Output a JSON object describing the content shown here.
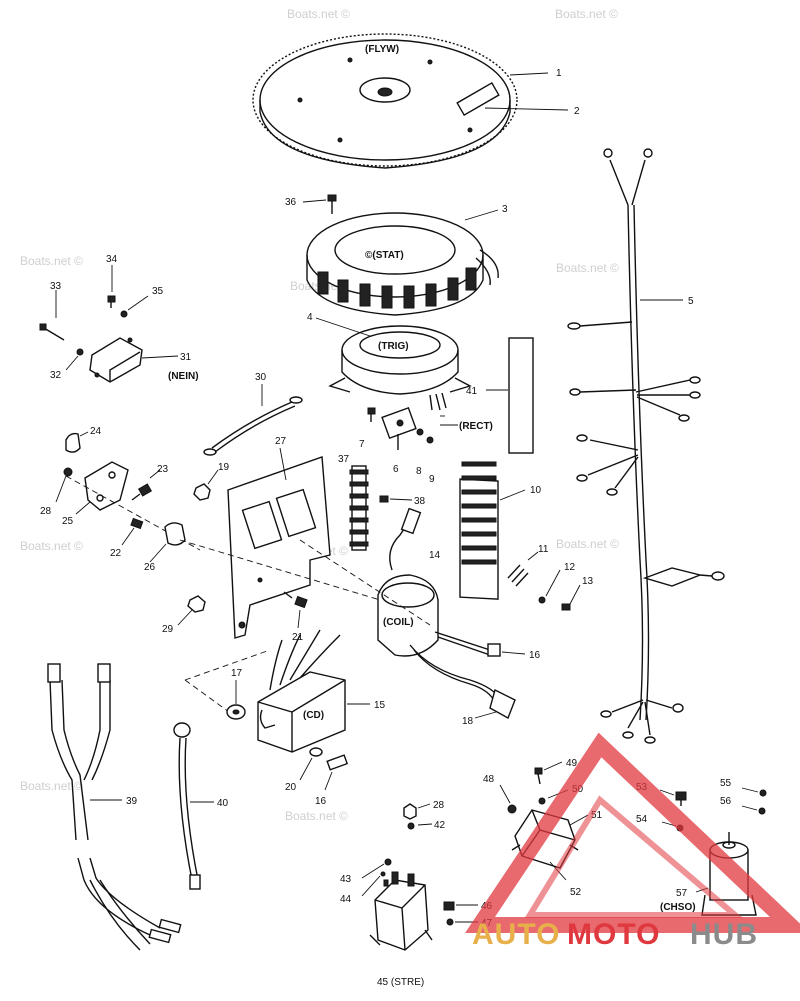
{
  "watermark": "Boats.net ©",
  "brand": {
    "part1": "AUTO",
    "part2": "MOTO",
    "part3": "HUB",
    "color_primary": "#e8b04a",
    "color_accent": "#e0383f",
    "color_secondary": "#8b8b8b"
  },
  "callouts": [
    {
      "id": "1",
      "label": "1"
    },
    {
      "id": "2",
      "label": "2"
    },
    {
      "id": "3",
      "label": "3"
    },
    {
      "id": "4",
      "label": "4"
    },
    {
      "id": "5",
      "label": "5"
    },
    {
      "id": "6",
      "label": "6"
    },
    {
      "id": "7",
      "label": "7"
    },
    {
      "id": "8",
      "label": "8"
    },
    {
      "id": "9",
      "label": "9"
    },
    {
      "id": "10",
      "label": "10"
    },
    {
      "id": "11",
      "label": "11"
    },
    {
      "id": "12",
      "label": "12"
    },
    {
      "id": "13",
      "label": "13"
    },
    {
      "id": "14",
      "label": "14"
    },
    {
      "id": "15",
      "label": "15"
    },
    {
      "id": "16a",
      "label": "16"
    },
    {
      "id": "16b",
      "label": "16"
    },
    {
      "id": "17",
      "label": "17"
    },
    {
      "id": "18",
      "label": "18"
    },
    {
      "id": "19",
      "label": "19"
    },
    {
      "id": "20",
      "label": "20"
    },
    {
      "id": "21",
      "label": "21"
    },
    {
      "id": "22",
      "label": "22"
    },
    {
      "id": "23",
      "label": "23"
    },
    {
      "id": "24",
      "label": "24"
    },
    {
      "id": "25",
      "label": "25"
    },
    {
      "id": "26",
      "label": "26"
    },
    {
      "id": "27",
      "label": "27"
    },
    {
      "id": "28a",
      "label": "28"
    },
    {
      "id": "28b",
      "label": "28"
    },
    {
      "id": "29",
      "label": "29"
    },
    {
      "id": "30",
      "label": "30"
    },
    {
      "id": "31",
      "label": "31"
    },
    {
      "id": "32",
      "label": "32"
    },
    {
      "id": "33",
      "label": "33"
    },
    {
      "id": "34",
      "label": "34"
    },
    {
      "id": "35",
      "label": "35"
    },
    {
      "id": "36",
      "label": "36"
    },
    {
      "id": "37",
      "label": "37"
    },
    {
      "id": "38",
      "label": "38"
    },
    {
      "id": "39",
      "label": "39"
    },
    {
      "id": "40",
      "label": "40"
    },
    {
      "id": "41",
      "label": "41"
    },
    {
      "id": "42",
      "label": "42"
    },
    {
      "id": "43",
      "label": "43"
    },
    {
      "id": "44",
      "label": "44"
    },
    {
      "id": "45",
      "label": "45 (STRE)"
    },
    {
      "id": "46",
      "label": "46"
    },
    {
      "id": "47",
      "label": "47"
    },
    {
      "id": "48",
      "label": "48"
    },
    {
      "id": "49",
      "label": "49"
    },
    {
      "id": "50",
      "label": "50"
    },
    {
      "id": "51",
      "label": "51"
    },
    {
      "id": "52",
      "label": "52"
    },
    {
      "id": "53",
      "label": "53"
    },
    {
      "id": "54",
      "label": "54"
    },
    {
      "id": "55",
      "label": "55"
    },
    {
      "id": "56",
      "label": "56"
    },
    {
      "id": "57",
      "label": "57"
    }
  ],
  "codes": {
    "flyw": "(FLYW)",
    "stat": "©(STAT)",
    "trig": "(TRIG)",
    "rect": "(RECT)",
    "nein": "(NEIN)",
    "coil": "(COIL)",
    "cd": "(CD)",
    "chso": "(CHSO)"
  }
}
